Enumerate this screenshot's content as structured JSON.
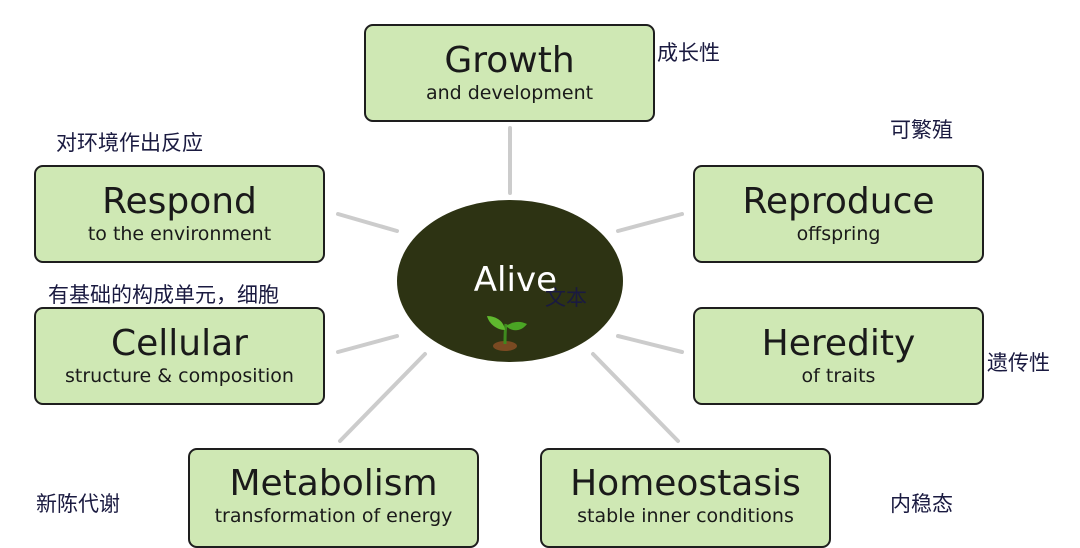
{
  "center": {
    "label": "Alive",
    "extra_text": "文本",
    "icon": "sprout-icon"
  },
  "nodes": {
    "growth": {
      "title": "Growth",
      "subtitle": "and development",
      "note": "成长性"
    },
    "reproduce": {
      "title": "Reproduce",
      "subtitle": "offspring",
      "note": "可繁殖"
    },
    "heredity": {
      "title": "Heredity",
      "subtitle": "of traits",
      "note": "遗传性"
    },
    "homeostasis": {
      "title": "Homeostasis",
      "subtitle": "stable inner conditions",
      "note": "内稳态"
    },
    "metabolism": {
      "title": "Metabolism",
      "subtitle": "transformation of energy",
      "note": "新陈代谢"
    },
    "cellular": {
      "title": "Cellular",
      "subtitle": "structure & composition",
      "note": "有基础的构成单元，细胞"
    },
    "respond": {
      "title": "Respond",
      "subtitle": "to the environment",
      "note": "对环境作出反应"
    }
  },
  "colors": {
    "box_fill": "#cfe8b4",
    "box_border": "#1e1e1e",
    "center_fill": "#2d3313",
    "connector": "#c8c8c8",
    "note_text": "#1a1a40"
  }
}
